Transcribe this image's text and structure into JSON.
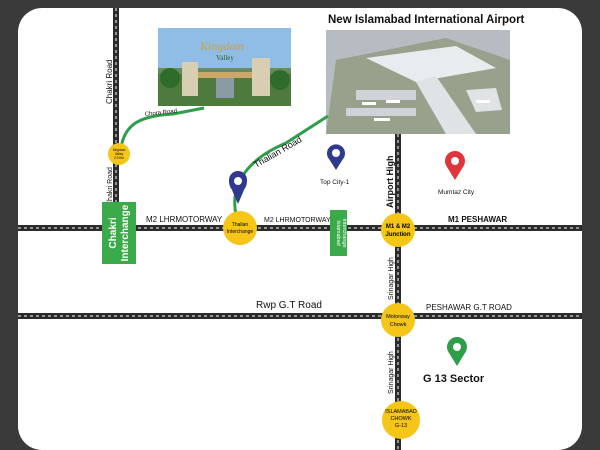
{
  "images": {
    "kingdom_valley": {
      "brand_text": "Kingdom",
      "subtitle": "Valley"
    },
    "airport": {
      "caption": "New Islamabad International Airport"
    }
  },
  "roads": {
    "chakri_road_top": "Chakri Road",
    "chakri_road_bottom": "Chakri Road",
    "chora_road": "Chora Road",
    "thalian_road": "Thalian Road",
    "airport_high": "Airport High",
    "m2_left": "M2 LHRMOTORWAY",
    "m2_right": "M2 LHRMOTORWAY",
    "m1_peshawar": "M1 PESHAWAR",
    "rwp_gt_road": "Rwp G.T Road",
    "peshawar_gt_road": "PESHAWAR G.T ROAD",
    "srinagar_high_1": "Srinagar High",
    "srinagar_high_2": "Srinagar High"
  },
  "interchanges": {
    "chakri": {
      "line1": "Chakri",
      "line2": "Interchange"
    },
    "islamabad": {
      "line1": "Islamabad",
      "line2": "Interchange"
    }
  },
  "junctions": {
    "kingdom_valley": {
      "line1": "Kingdom",
      "line2": "Valley",
      "line3": "2.9 Km"
    },
    "thalian": {
      "line1": "Thalian",
      "line2": "Interchange"
    },
    "m1_m2": {
      "line1": "M1 & M2",
      "line2": "Junction"
    },
    "motorway_chowk": {
      "line1": "Motorway",
      "line2": "Chowk"
    },
    "islamabad_chowk": {
      "line1": "ISLAMABAD",
      "line2": "CHOWK",
      "line3": "G-13"
    }
  },
  "pins": {
    "top_city": {
      "label": "Top City-1",
      "color": "#2f3a8f"
    },
    "mumtaz_city": {
      "label": "Mumtaz City",
      "color": "#e0353a"
    },
    "g13": {
      "label": "G 13 Sector",
      "color": "#2e9e4a"
    },
    "thalian_pin": {
      "color": "#2f3a8f"
    }
  },
  "colors": {
    "junction": "#f5c518",
    "interchange": "#3aaa4a",
    "link_road": "#2e9e4a",
    "road": "#2b2b2b"
  }
}
